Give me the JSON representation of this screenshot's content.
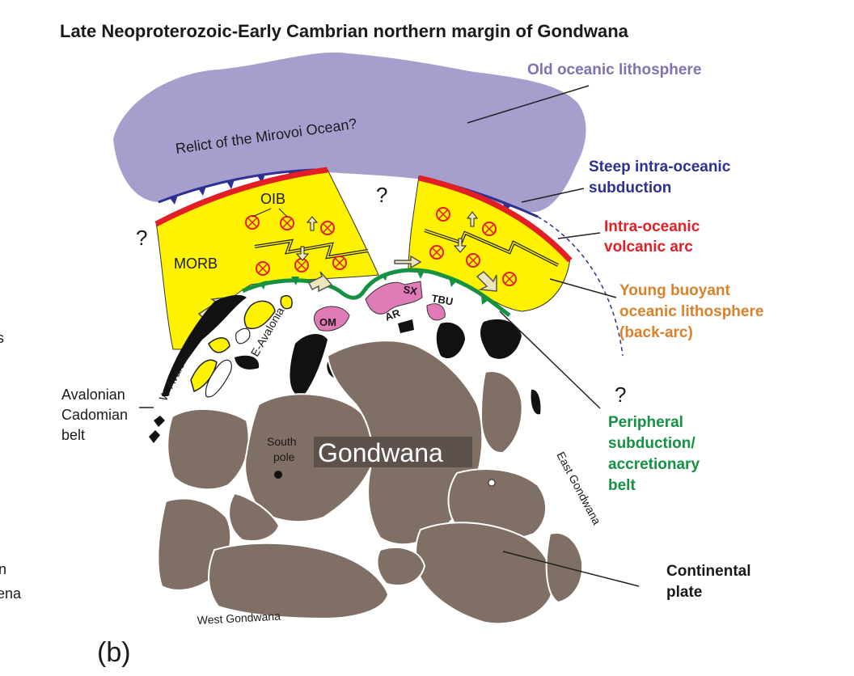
{
  "title": "Late Neoproterozoic-Early Cambrian northern margin of Gondwana",
  "panel_label": "(b)",
  "colors": {
    "old_oceanic": "#a69fcd",
    "young_oceanic": "#fff200",
    "arc_red": "#e31f26",
    "subduction_navy": "#2e3192",
    "peripheral_green": "#149241",
    "continent": "#7f6f64",
    "terrane_pink": "#e07bb8",
    "arrow_fill": "#ede6bd",
    "label_orange": "#d9822b",
    "label_purple": "#7a74b6"
  },
  "labels": {
    "mirovoi": "Relict of the Mirovoi Ocean?",
    "oib": "OIB",
    "morb": "MORB",
    "question": "?",
    "w_avalonia": "W-Avalonia",
    "e_avalonia": "E-Avalonia",
    "om": "OM",
    "ar": "AR",
    "sx": "SX",
    "tbu": "TBU",
    "south_pole_1": "South",
    "south_pole_2": "pole",
    "gondwana": "Gondwana",
    "east_gondwana": "East Gondwana",
    "west_gondwana": "West Gondwana"
  },
  "legend": {
    "old_oceanic": "Old oceanic lithosphere",
    "steep_1": "Steep intra-oceanic",
    "steep_2": "subduction",
    "arc_1": "Intra-oceanic",
    "arc_2": "volcanic arc",
    "young_1": "Young buoyant",
    "young_2": "oceanic lithosphere",
    "young_3": "(back-arc)",
    "peri_1": "Peripheral",
    "peri_2": "subduction/",
    "peri_3": "accretionary",
    "peri_4": "belt",
    "cont_1": "Continental",
    "cont_2": "plate",
    "aval_1": "Avalonian",
    "aval_2": "Cadomian",
    "aval_3": "belt"
  },
  "edge_fragments": {
    "left_1": "n",
    "left_2": "ena",
    "left_3": "s"
  }
}
